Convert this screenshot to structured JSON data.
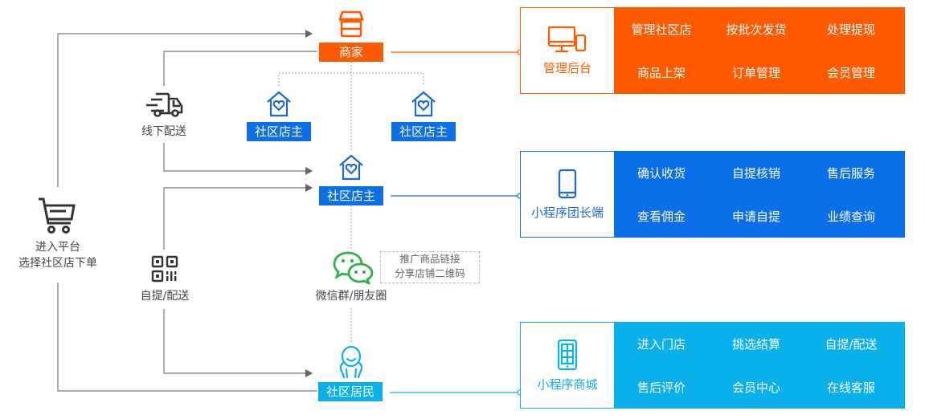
{
  "colors": {
    "merchant": "#ff5a00",
    "leader": "#0b6fe8",
    "resident": "#0ab0ea",
    "wechat": "#2bb24c",
    "line": "#666666"
  },
  "nodes": {
    "merchant": "商家",
    "store_owner_left": "社区店主",
    "store_owner_right": "社区店主",
    "store_owner_main": "社区店主",
    "resident": "社区居民"
  },
  "captions": {
    "enter_platform_line1": "进入平台",
    "enter_platform_line2": "选择社区店下单",
    "offline_delivery": "线下配送",
    "pickup_delivery": "自提/配送",
    "wechat_moments": "微信群/朋友圈"
  },
  "note": {
    "line1": "推广商品链接",
    "line2": "分享店铺二维码"
  },
  "panels": [
    {
      "title": "管理后台",
      "icon": "desktop-mobile-icon",
      "items": [
        "管理社区店",
        "按批次发货",
        "处理提现",
        "商品上架",
        "订单管理",
        "会员管理"
      ]
    },
    {
      "title": "小程序团长端",
      "icon": "phone-icon",
      "items": [
        "确认收货",
        "自提核销",
        "售后服务",
        "查看佣金",
        "申请自提",
        "业绩查询"
      ]
    },
    {
      "title": "小程序商城",
      "icon": "tablet-grid-icon",
      "items": [
        "进入门店",
        "挑选结算",
        "自提/配送",
        "售后评价",
        "会员中心",
        "在线客服"
      ]
    }
  ]
}
